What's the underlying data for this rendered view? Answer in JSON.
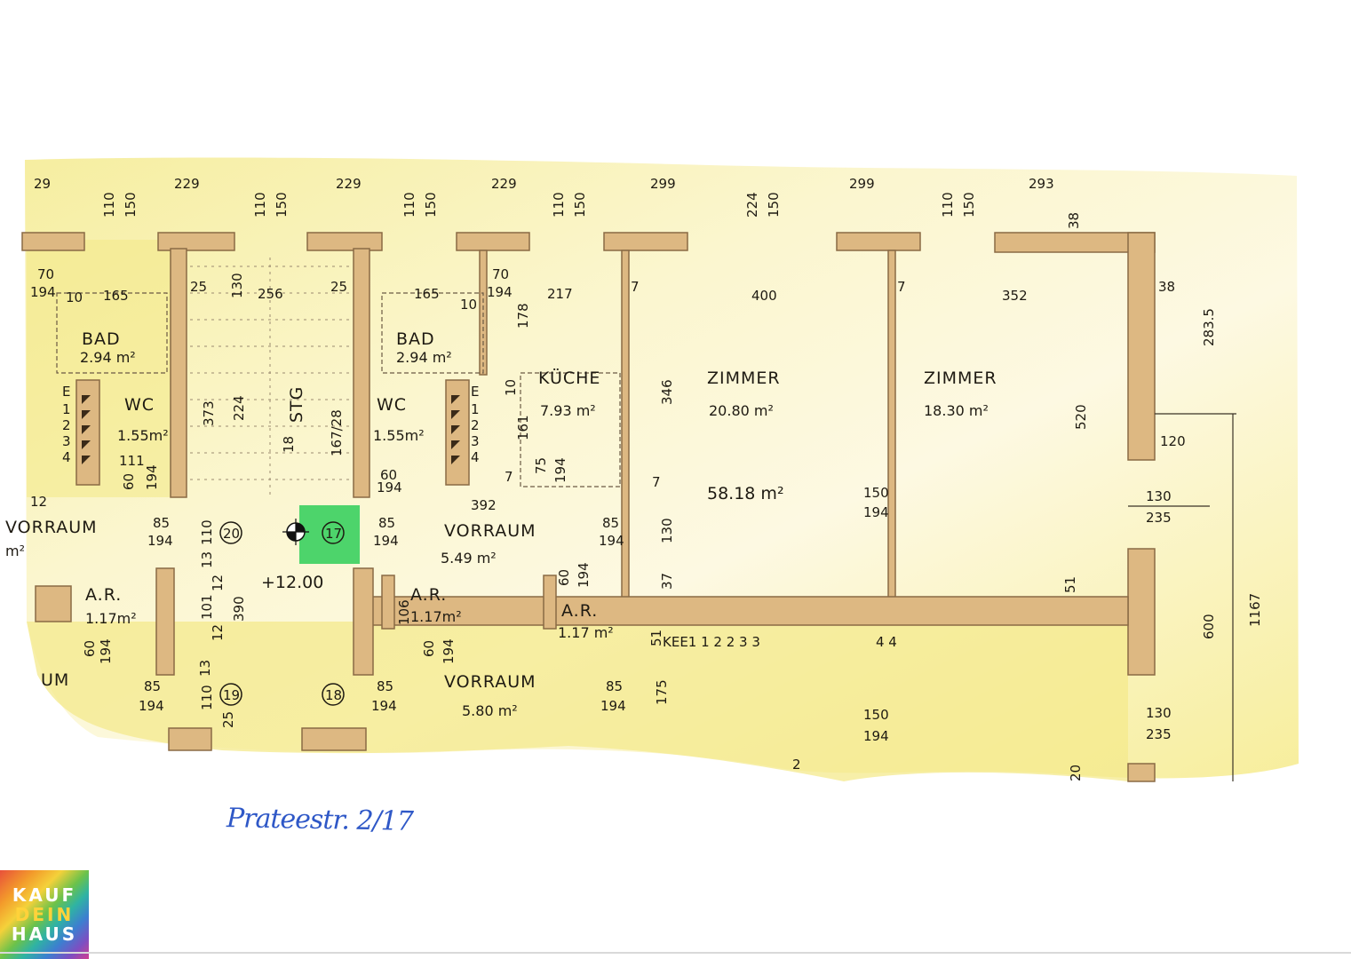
{
  "note": "Prateestr. 2/17",
  "logo": {
    "line1": "KAUF",
    "line2": "DEIN",
    "line3": "HAUS"
  },
  "top_dims": [
    "29",
    "110",
    "150",
    "229",
    "110",
    "150",
    "229",
    "110",
    "150",
    "229",
    "110",
    "150",
    "299",
    "224",
    "150",
    "299",
    "110",
    "150",
    "293",
    "38"
  ],
  "rooms": {
    "bad_left": {
      "name": "BAD",
      "area": "2.94 m²",
      "w": "165",
      "d1": "70",
      "d2": "194",
      "d3": "10"
    },
    "wc_left": {
      "name": "WC",
      "area": "1.55m²",
      "d1": "111",
      "d2": "60",
      "d3": "194"
    },
    "stair": {
      "name": "STG",
      "steps": "167/28",
      "d1": "18",
      "d2": "373",
      "d3": "224",
      "d4": "130",
      "d5": "256",
      "d6": "25",
      "d7": "25"
    },
    "bad_right": {
      "name": "BAD",
      "area": "2.94 m²",
      "w": "165",
      "d1": "10"
    },
    "wc_right": {
      "name": "WC",
      "area": "1.55m²",
      "d1": "60",
      "d2": "194"
    },
    "kueche": {
      "name": "KÜCHE",
      "area": "7.93 m²",
      "w": "217",
      "d1": "70",
      "d2": "194",
      "d3": "178",
      "d4": "161",
      "d5": "10",
      "d6": "75",
      "d7": "194",
      "d8": "7"
    },
    "zimmer1": {
      "name": "ZIMMER",
      "area": "20.80 m²",
      "w": "400",
      "d1": "346",
      "d2": "7",
      "d3": "7"
    },
    "zimmer2": {
      "name": "ZIMMER",
      "area": "18.30 m²",
      "w": "352",
      "d1": "520",
      "d2": "7",
      "d3": "38",
      "d4": "283.5"
    },
    "total": "58.18 m²",
    "vorraum_left": {
      "name": "VORRAUM",
      "area": "m²",
      "d1": "12",
      "d2": "85",
      "d3": "194"
    },
    "vorraum_main": {
      "name": "VORRAUM",
      "area": "5.49 m²",
      "w": "392",
      "d1": "85",
      "d2": "194",
      "d3": "85",
      "d4": "194"
    },
    "vorraum_lower": {
      "name": "VORRAUM",
      "area": "5.80 m²",
      "d1": "85",
      "d2": "194",
      "d3": "85",
      "d4": "194"
    },
    "vorraum_lower_left": {
      "name": "UM",
      "d1": "85",
      "d2": "194"
    },
    "ar_left": {
      "name": "A.R.",
      "area": "1.17m²",
      "d1": "60",
      "d2": "194"
    },
    "ar_mid": {
      "name": "A.R.",
      "area": "1.17m²",
      "d1": "106",
      "d2": "60",
      "d3": "194"
    },
    "ar_right": {
      "name": "A.R.",
      "area": "1.17 m²",
      "d1": "60",
      "d2": "194"
    }
  },
  "hall": {
    "level": "+12.00",
    "d1": "110",
    "d2": "13",
    "d3": "12",
    "d4": "101",
    "d5": "12",
    "d6": "390",
    "d7": "13",
    "d8": "110",
    "d9": "25"
  },
  "units": {
    "u17": "17",
    "u18": "18",
    "u19": "19",
    "u20": "20"
  },
  "side_dims": {
    "d120": "120",
    "d130a": "130",
    "d235a": "235",
    "d600": "600",
    "d1167": "1167",
    "d51": "51",
    "d130b": "130",
    "d235b": "235",
    "d150a": "150",
    "d194a": "194",
    "d150b": "150",
    "d194b": "194",
    "d130c": "130",
    "d37": "37",
    "d51b": "51",
    "d175": "175",
    "d2": "2",
    "d20": "20"
  },
  "keller_row": "KEE1 1 2 2 3 3",
  "keller_44": "4 4",
  "e_col_left": [
    "E",
    "1",
    "2",
    "3",
    "4"
  ],
  "e_col_right": [
    "E",
    "1",
    "2",
    "3",
    "4"
  ]
}
